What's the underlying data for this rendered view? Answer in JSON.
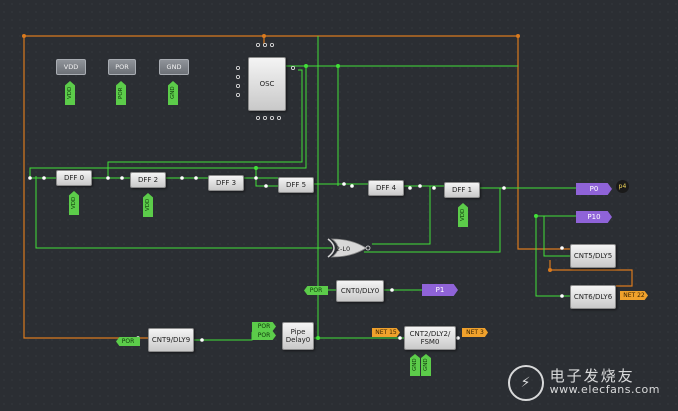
{
  "colors": {
    "wire_green": "#42e038",
    "wire_orange": "#d97a1e",
    "pin_purple": "#8f63d8",
    "tag_green": "#5ccc4a",
    "tag_orange": "#f0a12c"
  },
  "power": {
    "vdd": "VDD",
    "por": "POR",
    "gnd": "GND"
  },
  "power_tags": {
    "vdd": "VDD",
    "por": "POR",
    "gnd": "GND"
  },
  "osc": {
    "label": "OSC"
  },
  "dff": {
    "dff0": "DFF 0",
    "dff2": "DFF 2",
    "dff3": "DFF 3",
    "dff5": "DFF 5",
    "dff4": "DFF 4",
    "dff1": "DFF 1"
  },
  "dff_tags": {
    "t0": "VDD",
    "t2": "VDD",
    "t1": "VDD"
  },
  "xor": {
    "label": "2-L0"
  },
  "cnt": {
    "cnt5": "CNT5/DLY5",
    "cnt6": "CNT6/DLY6",
    "cnt0": "CNT0/DLY0",
    "cnt9": "CNT9/DLY9",
    "cnt2": "CNT2/DLY2/\nFSM0",
    "pipe": "Pipe\nDelay0"
  },
  "tags": {
    "por_cnt0": "POR",
    "por_cnt9": "POR",
    "por_pipe1": "POR",
    "por_pipe2": "POR",
    "net15": "NET 15",
    "net3": "NET 3",
    "net22": "NET 22",
    "gnd_a": "GND",
    "gnd_b": "GND"
  },
  "pins": {
    "p0": "P0",
    "p10": "P10",
    "p1": "P1"
  },
  "pin_note": "p4",
  "watermark": {
    "logo": "⚡",
    "cn": "电子发烧友",
    "url": "www.elecfans.com"
  }
}
